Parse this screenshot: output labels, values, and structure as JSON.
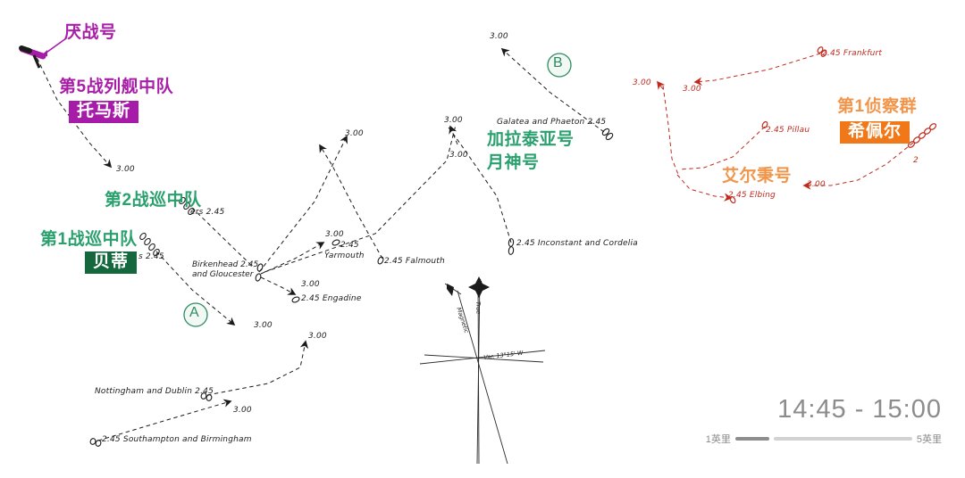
{
  "map": {
    "title_time": "14:45 - 15:00",
    "scale": {
      "left_label": "1英里",
      "right_label": "5英里"
    },
    "compass": {
      "variation": "Var. 13°15' W",
      "true_label": "True",
      "magnetic_label": "Magnetic"
    },
    "colors": {
      "british_green": "#15683E",
      "british_green_text": "#1E8A5E",
      "warspite_purple": "#A61CA8",
      "german_orange": "#F07818",
      "german_orange_text": "#F0954A",
      "german_red_track": "#C02A1E",
      "track_black": "#1b1b1b",
      "hud_gray": "#8c8c8c"
    }
  },
  "forces": {
    "warspite": {
      "callout": "厌战号",
      "squadron": "第5战列舰中队",
      "commander": "托马斯"
    },
    "bcs2": {
      "squadron": "第2战巡中队"
    },
    "bcs1": {
      "squadron": "第1战巡中队",
      "commander": "贝蒂"
    },
    "lcs": {
      "ship_a": "加拉泰亚号",
      "ship_b": "月神号"
    },
    "elbing": {
      "name": "艾尔秉号"
    },
    "scouting_group": {
      "squadron": "第1侦察群",
      "commander": "希佩尔"
    }
  },
  "markers": [
    {
      "id": "circle-a",
      "label": "A"
    },
    {
      "id": "circle-b",
      "label": "B"
    }
  ],
  "annotations": {
    "british": [
      {
        "id": "warspite-time",
        "text": "3.00"
      },
      {
        "id": "bcs5-arrow-time",
        "text": "3.00"
      },
      {
        "id": "bcs2-ships",
        "text": "ers 2.45"
      },
      {
        "id": "bcs1-ships",
        "text": "s 2.45"
      },
      {
        "id": "birkenhead",
        "line1": "Birkenhead 2.45",
        "line2": "and Gloucester"
      },
      {
        "id": "birkenhead-arrow-time",
        "text": "3.00"
      },
      {
        "id": "engadine",
        "text": "2.45 Engadine"
      },
      {
        "id": "engadine-arrow-time",
        "text": "3.00"
      },
      {
        "id": "yarmouth-time",
        "text": "2.45"
      },
      {
        "id": "yarmouth",
        "text": "Yarmouth"
      },
      {
        "id": "yarmouth-arrow-time",
        "text": "3.00"
      },
      {
        "id": "falmouth",
        "text": "2.45 Falmouth"
      },
      {
        "id": "falmouth-arrow-time",
        "text": "3.00"
      },
      {
        "id": "inconstant",
        "text": "2.45  Inconstant and Cordelia"
      },
      {
        "id": "galatea",
        "text": "Galatea and Phaeton 2.45"
      },
      {
        "id": "galatea-arrow-time",
        "text": "3.00"
      },
      {
        "id": "lion-arrow-time",
        "text": "3.00"
      },
      {
        "id": "circleA-arrow-time",
        "text": "3.00"
      },
      {
        "id": "nottingham",
        "text": "Nottingham and Dublin 2.45"
      },
      {
        "id": "nottingham-arrow-time",
        "text": "3.00"
      },
      {
        "id": "southampton",
        "text": "2.45 Southampton and Birmingham"
      },
      {
        "id": "southampton-arrow-time",
        "text": "3.00"
      }
    ],
    "german": [
      {
        "id": "frankfurt",
        "text": "2.45  Frankfurt"
      },
      {
        "id": "frankfurt-arrow-time",
        "text": "3.00"
      },
      {
        "id": "left-arrow-time",
        "text": "3.00"
      },
      {
        "id": "pillau",
        "text": "2.45 Pillau"
      },
      {
        "id": "elbing-time",
        "text": "2.45 Elbing"
      },
      {
        "id": "elbing-arrow-time",
        "text": "3.00"
      },
      {
        "id": "hipper-ships-time",
        "text": "2"
      }
    ]
  }
}
